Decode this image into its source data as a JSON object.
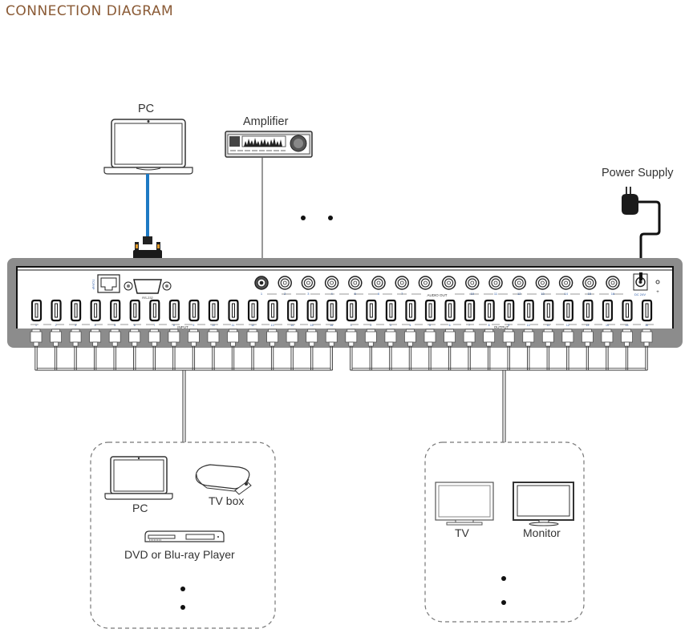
{
  "page": {
    "title": "CONNECTION DIAGRAM"
  },
  "devices": {
    "pc_top": {
      "label": "PC",
      "icon": "laptop-icon",
      "cable_color": "#1e7ac4"
    },
    "amplifier": {
      "label": "Amplifier",
      "icon": "amplifier-icon"
    },
    "power_supply": {
      "label": "Power Supply",
      "icon": "power-adapter-icon"
    }
  },
  "matrix_panel": {
    "lan_label": "TCP/IP",
    "rs232_label": "RS-232",
    "audio_out_label": "AUDIO OUT",
    "dc_label": "DC 24V",
    "input_label": "INPUT",
    "output_label": "OUTPUT",
    "audio_out_count": 16,
    "hdmi_input_count": 16,
    "hdmi_output_count": 16
  },
  "source_group": {
    "items": [
      {
        "label": "PC",
        "icon": "laptop-icon"
      },
      {
        "label": "TV box",
        "icon": "tv-box-icon"
      },
      {
        "label": "DVD or Blu-ray Player",
        "icon": "dvd-player-icon"
      }
    ]
  },
  "display_group": {
    "items": [
      {
        "label": "TV",
        "icon": "tv-icon"
      },
      {
        "label": "Monitor",
        "icon": "monitor-icon"
      }
    ]
  }
}
